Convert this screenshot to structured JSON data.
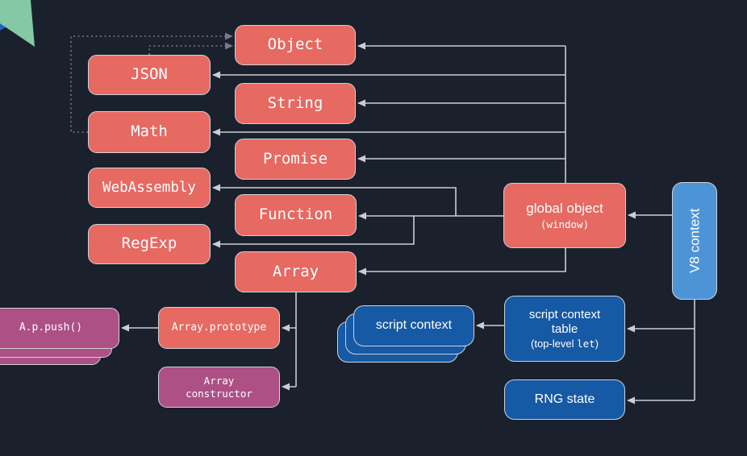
{
  "colors": {
    "bg": "#1a212d",
    "red_fill": "#e66962",
    "blue_fill": "#1659a4",
    "blue_light_fill": "#4d94d6",
    "purple_fill": "#ac5086",
    "box_border": "#ced3d8",
    "line_color": "#c9ced6",
    "dotted_color": "#747b88",
    "accent_green": "#85c8a4",
    "accent_blue": "#2361c9",
    "text": "#ffffff"
  },
  "nodes": {
    "object": {
      "label": "Object"
    },
    "json": {
      "label": "JSON"
    },
    "string": {
      "label": "String"
    },
    "math": {
      "label": "Math"
    },
    "promise": {
      "label": "Promise"
    },
    "webassembly": {
      "label": "WebAssembly"
    },
    "function": {
      "label": "Function"
    },
    "regexp": {
      "label": "RegExp"
    },
    "array": {
      "label": "Array"
    },
    "global_object": {
      "label": "global object",
      "sublabel": "(window)"
    },
    "v8_context": {
      "label": "V8 context"
    },
    "script_context": {
      "label": "script context"
    },
    "script_context_table": {
      "line1": "script context",
      "line2": "table",
      "sub_prefix": "(top-level ",
      "sub_code": "let",
      "sub_suffix": ")"
    },
    "rng_state": {
      "label": "RNG state"
    },
    "array_prototype": {
      "label": "Array.prototype"
    },
    "array_constructor": {
      "line1": "Array",
      "line2": "constructor"
    },
    "ap_push": {
      "label": "A.p.push()"
    }
  }
}
